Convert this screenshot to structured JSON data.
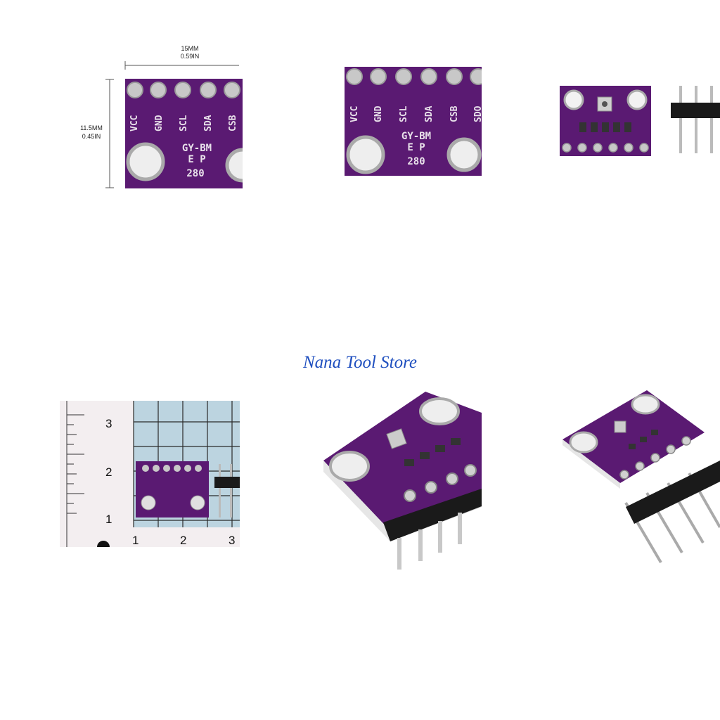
{
  "store": {
    "name": "Nana Tool Store"
  },
  "dimensions": {
    "width_mm": "15MM",
    "width_in": "0.59IN",
    "height_mm": "11.5MM",
    "height_in": "0.45IN"
  },
  "pins": [
    "VCC",
    "GND",
    "SCL",
    "SDA",
    "CSB",
    "SDO"
  ],
  "board_text": {
    "line1": "GY-BM",
    "line2": "E P",
    "line3": "280"
  },
  "ruler": {
    "vertical_numbers": [
      "3",
      "2",
      "1"
    ],
    "horizontal_numbers": [
      "1",
      "2",
      "3"
    ]
  },
  "colors": {
    "board": "#5a1a72",
    "pad": "#c8c8c8",
    "header": "#1a1a1a",
    "store_text": "#1f4fbf",
    "grid_bg": "#bcd4e0"
  }
}
